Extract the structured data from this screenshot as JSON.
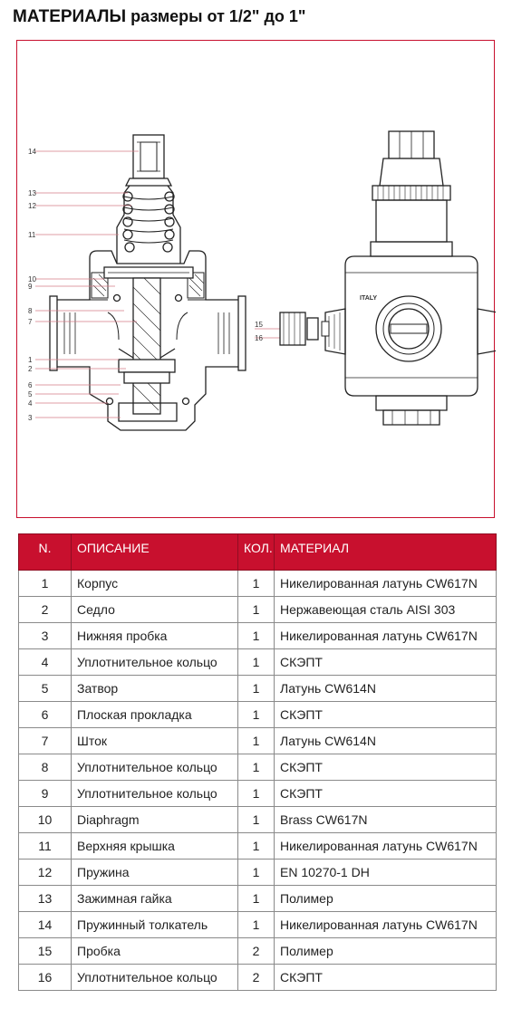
{
  "title": {
    "strong": "МАТЕРИАЛЫ",
    "rest": " размеры от 1/2\" до 1\""
  },
  "drawing": {
    "callouts": [
      "14",
      "13",
      "12",
      "11",
      "10",
      "9",
      "8",
      "7",
      "1",
      "2",
      "6",
      "5",
      "4",
      "3",
      "15",
      "16"
    ],
    "stamp": "ITALY"
  },
  "table": {
    "headers": {
      "n": "N.",
      "description": "ОПИСАНИЕ",
      "qty": "КОЛ.",
      "material": "МАТЕРИАЛ"
    },
    "rows": [
      {
        "n": "1",
        "description": "Корпус",
        "qty": "1",
        "material": "Никелированная латунь CW617N"
      },
      {
        "n": "2",
        "description": "Седло",
        "qty": "1",
        "material": "Нержавеющая сталь AISI 303"
      },
      {
        "n": "3",
        "description": "Нижняя пробка",
        "qty": "1",
        "material": "Никелированная латунь CW617N"
      },
      {
        "n": "4",
        "description": "Уплотнительное кольцо",
        "qty": "1",
        "material": "СКЭПТ"
      },
      {
        "n": "5",
        "description": "Затвор",
        "qty": "1",
        "material": "Латунь CW614N"
      },
      {
        "n": "6",
        "description": "Плоская прокладка",
        "qty": "1",
        "material": "СКЭПТ"
      },
      {
        "n": "7",
        "description": "Шток",
        "qty": "1",
        "material": "Латунь CW614N"
      },
      {
        "n": "8",
        "description": "Уплотнительное кольцо",
        "qty": "1",
        "material": "СКЭПТ"
      },
      {
        "n": "9",
        "description": "Уплотнительное кольцо",
        "qty": "1",
        "material": "СКЭПТ"
      },
      {
        "n": "10",
        "description": "Diaphragm",
        "qty": "1",
        "material": "Brass CW617N"
      },
      {
        "n": "11",
        "description": "Верхняя крышка",
        "qty": "1",
        "material": "Никелированная латунь CW617N"
      },
      {
        "n": "12",
        "description": "Пружина",
        "qty": "1",
        "material": "EN 10270-1 DH"
      },
      {
        "n": "13",
        "description": "Зажимная гайка",
        "qty": "1",
        "material": "Полимер"
      },
      {
        "n": "14",
        "description": "Пружинный толкатель",
        "qty": "1",
        "material": "Никелированная латунь CW617N"
      },
      {
        "n": "15",
        "description": "Пробка",
        "qty": "2",
        "material": "Полимер"
      },
      {
        "n": "16",
        "description": "Уплотнительное кольцо",
        "qty": "2",
        "material": "СКЭПТ"
      }
    ]
  },
  "colors": {
    "accent": "#c8102e",
    "header_text": "#ffffff",
    "line": "#222222",
    "leader": "#d47b86"
  }
}
